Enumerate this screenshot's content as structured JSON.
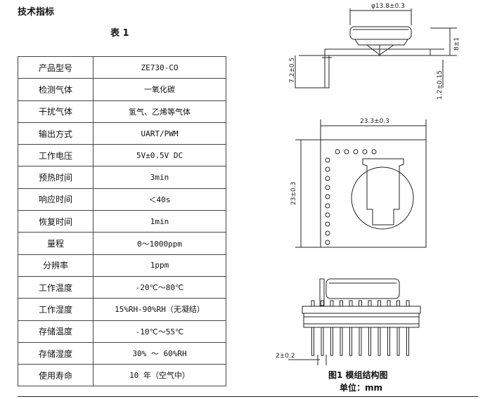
{
  "heading": "技术指标",
  "table_caption": "表 1",
  "spec_rows": [
    {
      "key": "产品型号",
      "value": "ZE730-CO"
    },
    {
      "key": "检测气体",
      "value": "一氧化碳"
    },
    {
      "key": "干扰气体",
      "value": "氢气、乙烯等气体"
    },
    {
      "key": "输出方式",
      "value": "UART/PWM"
    },
    {
      "key": "工作电压",
      "value": "5V±0.5V DC"
    },
    {
      "key": "预热时间",
      "value": "3min"
    },
    {
      "key": "响应时间",
      "value": "＜40s"
    },
    {
      "key": "恢复时间",
      "value": "1min"
    },
    {
      "key": "量程",
      "value": "0～1000ppm"
    },
    {
      "key": "分辨率",
      "value": "1ppm"
    },
    {
      "key": "工作温度",
      "value": "-20℃～80℃"
    },
    {
      "key": "工作湿度",
      "value": "15%RH-90%RH（无凝结）"
    },
    {
      "key": "存储温度",
      "value": "-10℃～55℃"
    },
    {
      "key": "存储湿度",
      "value": "30% ～ 60%RH"
    },
    {
      "key": "使用寿命",
      "value": "10 年（空气中）"
    }
  ],
  "drawing": {
    "dim_diameter": "φ13.8±0.3",
    "dim_height": "8±1",
    "dim_pin_length": "7.2±0.5",
    "dim_board_thickness": "1.2±0.15",
    "dim_width": "23.3±0.3",
    "dim_depth": "23±0.3",
    "dim_pin_pitch": "2±0.2"
  },
  "figure_caption": "图1 模组结构图",
  "figure_unit": "单位：mm"
}
